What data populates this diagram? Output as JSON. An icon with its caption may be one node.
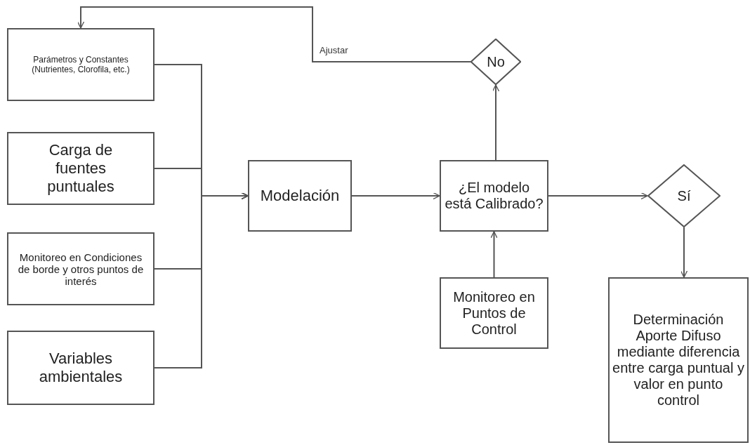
{
  "diagram": {
    "nodes": [
      {
        "text": [
          "Parámetros y Constantes (Nutrientes, Clorofila, etc.)"
        ]
      },
      {
        "text": [
          "Carga de fuentes puntuales"
        ]
      },
      {
        "text": [
          "Monitoreo en Condiciones de borde y otros puntos de interés"
        ]
      },
      {
        "text": [
          "Variables ambientales"
        ]
      },
      {
        "text": [
          "Modelación"
        ]
      },
      {
        "text": [
          "¿El modelo está Calibrado?"
        ]
      },
      {
        "text": [
          "No"
        ]
      },
      {
        "text": [
          "Sí"
        ]
      },
      {
        "text": [
          "Monitoreo en Puntos de Control"
        ]
      },
      {
        "text": [
          "Determinación Aporte Difuso mediante diferencia entre carga puntual y valor en punto control"
        ]
      }
    ],
    "edges": [
      {
        "from": 0,
        "to": 4,
        "arrow": "to"
      },
      {
        "from": 1,
        "to": 4,
        "arrow": "to"
      },
      {
        "from": 2,
        "to": 4,
        "arrow": "to"
      },
      {
        "from": 3,
        "to": 4,
        "arrow": "to"
      },
      {
        "from": 4,
        "to": 5,
        "arrow": "to"
      },
      {
        "from": 5,
        "to": 6,
        "arrow": "to"
      },
      {
        "from": 6,
        "to": 0,
        "arrow": "to",
        "label": "Ajustar"
      },
      {
        "from": 5,
        "to": 7,
        "arrow": "to"
      },
      {
        "from": 7,
        "to": 9,
        "arrow": "to"
      },
      {
        "from": 8,
        "to": 5,
        "arrow": "to"
      }
    ]
  }
}
